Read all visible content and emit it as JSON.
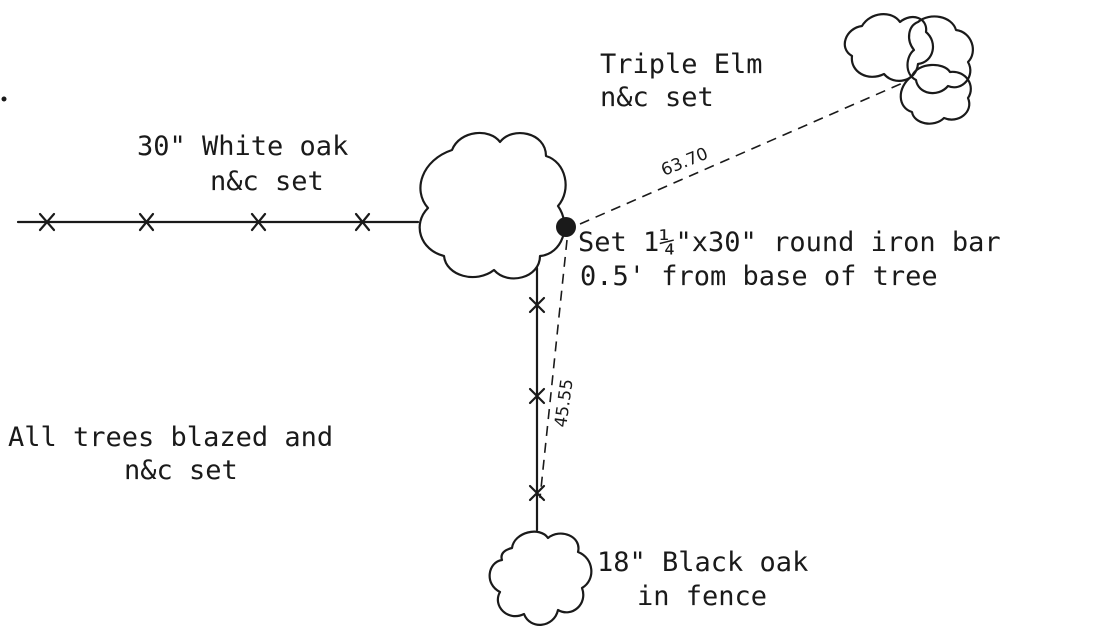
{
  "labels": {
    "triple_elm_line1": "Triple Elm",
    "triple_elm_line2": "n&c set",
    "white_oak_line1": "30\" White oak",
    "white_oak_line2": "n&c set",
    "iron_bar_line1": "Set 1¼\"x30\" round iron bar",
    "iron_bar_line2": "0.5' from base of tree",
    "all_trees_line1": "All trees blazed and",
    "all_trees_line2": "n&c set",
    "black_oak_line1": "18\" Black oak",
    "black_oak_line2": "in fence"
  },
  "distances": {
    "to_triple_elm": "63.70",
    "to_black_oak": "45.55"
  },
  "colors": {
    "ink": "#1a1a1a",
    "paper": "#ffffff"
  },
  "icons": {
    "corner_marker": "filled-circle-iron-bar",
    "fence_marks": "x-mark"
  }
}
